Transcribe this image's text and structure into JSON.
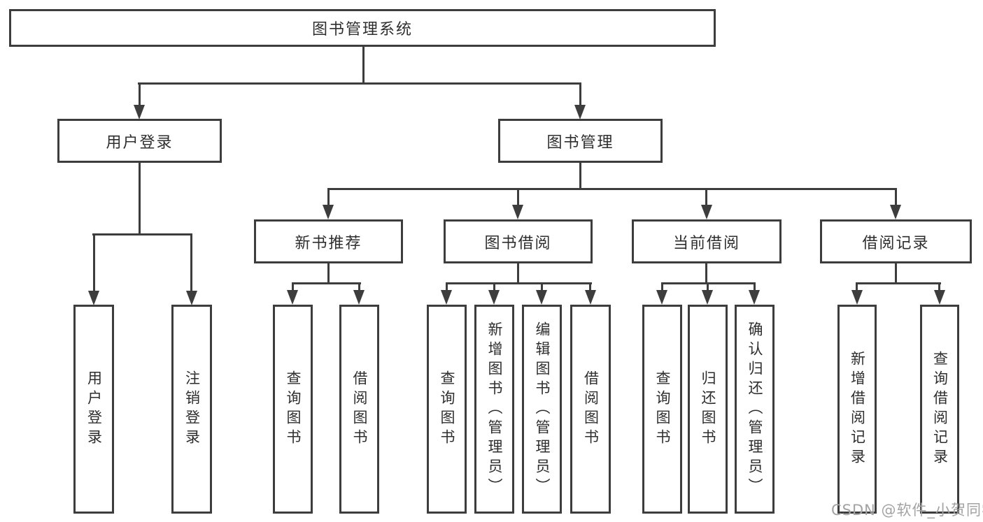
{
  "diagram": {
    "title": "图书管理系统",
    "level2": {
      "user_login": "用户登录",
      "book_mgmt": "图书管理"
    },
    "level3": {
      "new_book": "新书推荐",
      "borrow": "图书借阅",
      "current": "当前借阅",
      "record": "借阅记录"
    },
    "leaves": {
      "user_login": "用户登录",
      "logout": "注销登录",
      "nb_query": "查询图书",
      "nb_borrow": "借阅图书",
      "bb_query": "查询图书",
      "bb_add": "新增图书（管理员）",
      "bb_edit": "编辑图书（管理员）",
      "bb_borrow": "借阅图书",
      "cb_query": "查询图书",
      "cb_return": "归还图书",
      "cb_confirm": "确认归还（管理员）",
      "br_add": "新增借阅记录",
      "br_query": "查询借阅记录"
    }
  },
  "watermark": {
    "text": "CSDN @软件_小贺同学"
  },
  "colors": {
    "line": "#3d3d3d",
    "text": "#2e2e2e",
    "watermark": "#a3a3a3",
    "background": "#ffffff"
  }
}
